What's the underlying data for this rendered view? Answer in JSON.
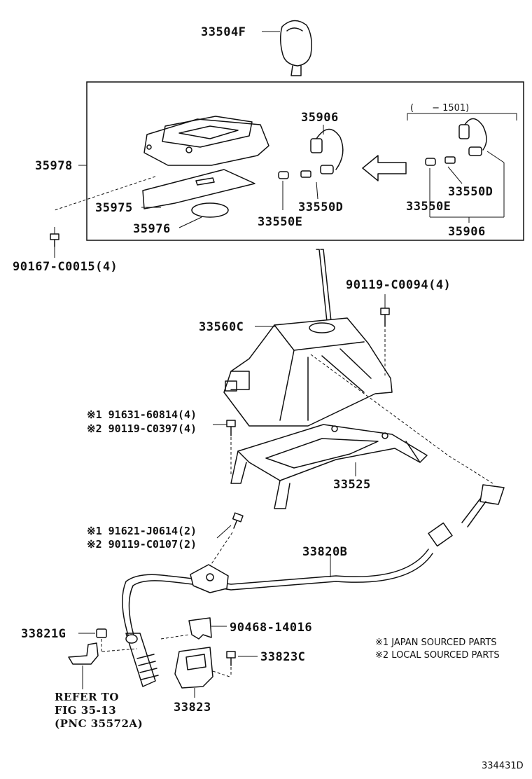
{
  "labels": {
    "knob": "33504F",
    "range": "(　　− 1501)",
    "harness_center": "35906",
    "housing": "35978",
    "bezel": "35975",
    "plate": "35976",
    "bulb_d_center": "33550D",
    "bulb_e_center": "33550E",
    "bulb_d_right": "33550D",
    "bulb_e_right": "33550E",
    "harness_right": "35906",
    "screw_upper": "90167-C0015(4)",
    "bolt_shifter": "90119-C0094(4)",
    "shifter": "33560C",
    "bolt_jp1": "※1 91631-60814(4)",
    "bolt_local1": "※2 90119-C0397(4)",
    "bracket": "33525",
    "bolt_jp2": "※1  91621-J0614(2)",
    "bolt_local2": "※2  90119-C0107(2)",
    "cable": "33820B",
    "clip": "33821G",
    "lock": "90468-14016",
    "bolt_lower": "33823C",
    "retainer": "33823",
    "refer_line1": "REFER TO",
    "refer_line2": "FIG 35-13",
    "refer_line3": "(PNC 35572A)",
    "legend_1": "※1 JAPAN SOURCED PARTS",
    "legend_2": "※2 LOCAL SOURCED PARTS",
    "diagram_id": "334431D"
  }
}
